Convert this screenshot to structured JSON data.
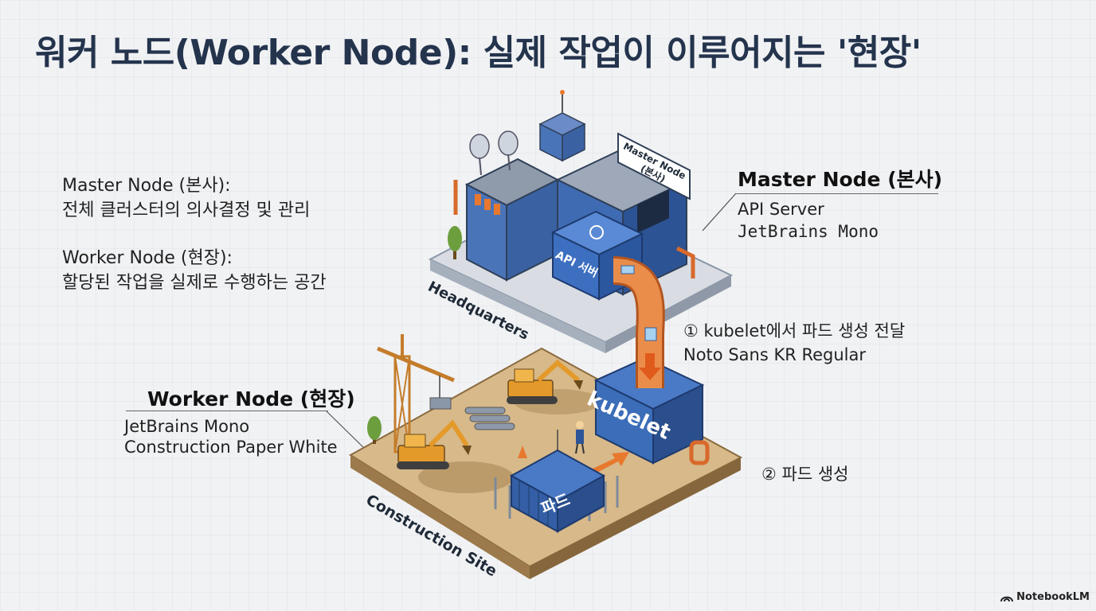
{
  "title": "워커 노드(Worker Node): 실제 작업이 이루어지는 '현장'",
  "descriptions": {
    "master": {
      "heading": "Master Node (본사):",
      "text": "전체 클러스터의 의사결정 및 관리"
    },
    "worker": {
      "heading": "Worker Node (현장):",
      "text": "할당된 작업을 실제로 수행하는 공간"
    }
  },
  "callouts": {
    "master": {
      "title": "Master Node (본사)",
      "line1": "API Server",
      "line2": "JetBrains Mono"
    },
    "worker": {
      "title": "Worker Node (현장)",
      "line1": "JetBrains Mono",
      "line2": "Construction Paper White"
    }
  },
  "steps": {
    "step1": {
      "line1": "① kubelet에서 파드 생성 전달",
      "line2": "Noto Sans KR Regular"
    },
    "step2": "② 파드 생성"
  },
  "illustration": {
    "hq_sign": "Master Node",
    "hq_sign_sub": "(본사)",
    "api_box": "API 서버",
    "hq_ground": "Headquarters",
    "kubelet": "kubelet",
    "pod": "파드",
    "site_ground": "Construction Site"
  },
  "brand": "NotebookLM",
  "colors": {
    "accent_blue": "#3a67b0",
    "accent_orange": "#e8782e",
    "title": "#24344d"
  }
}
